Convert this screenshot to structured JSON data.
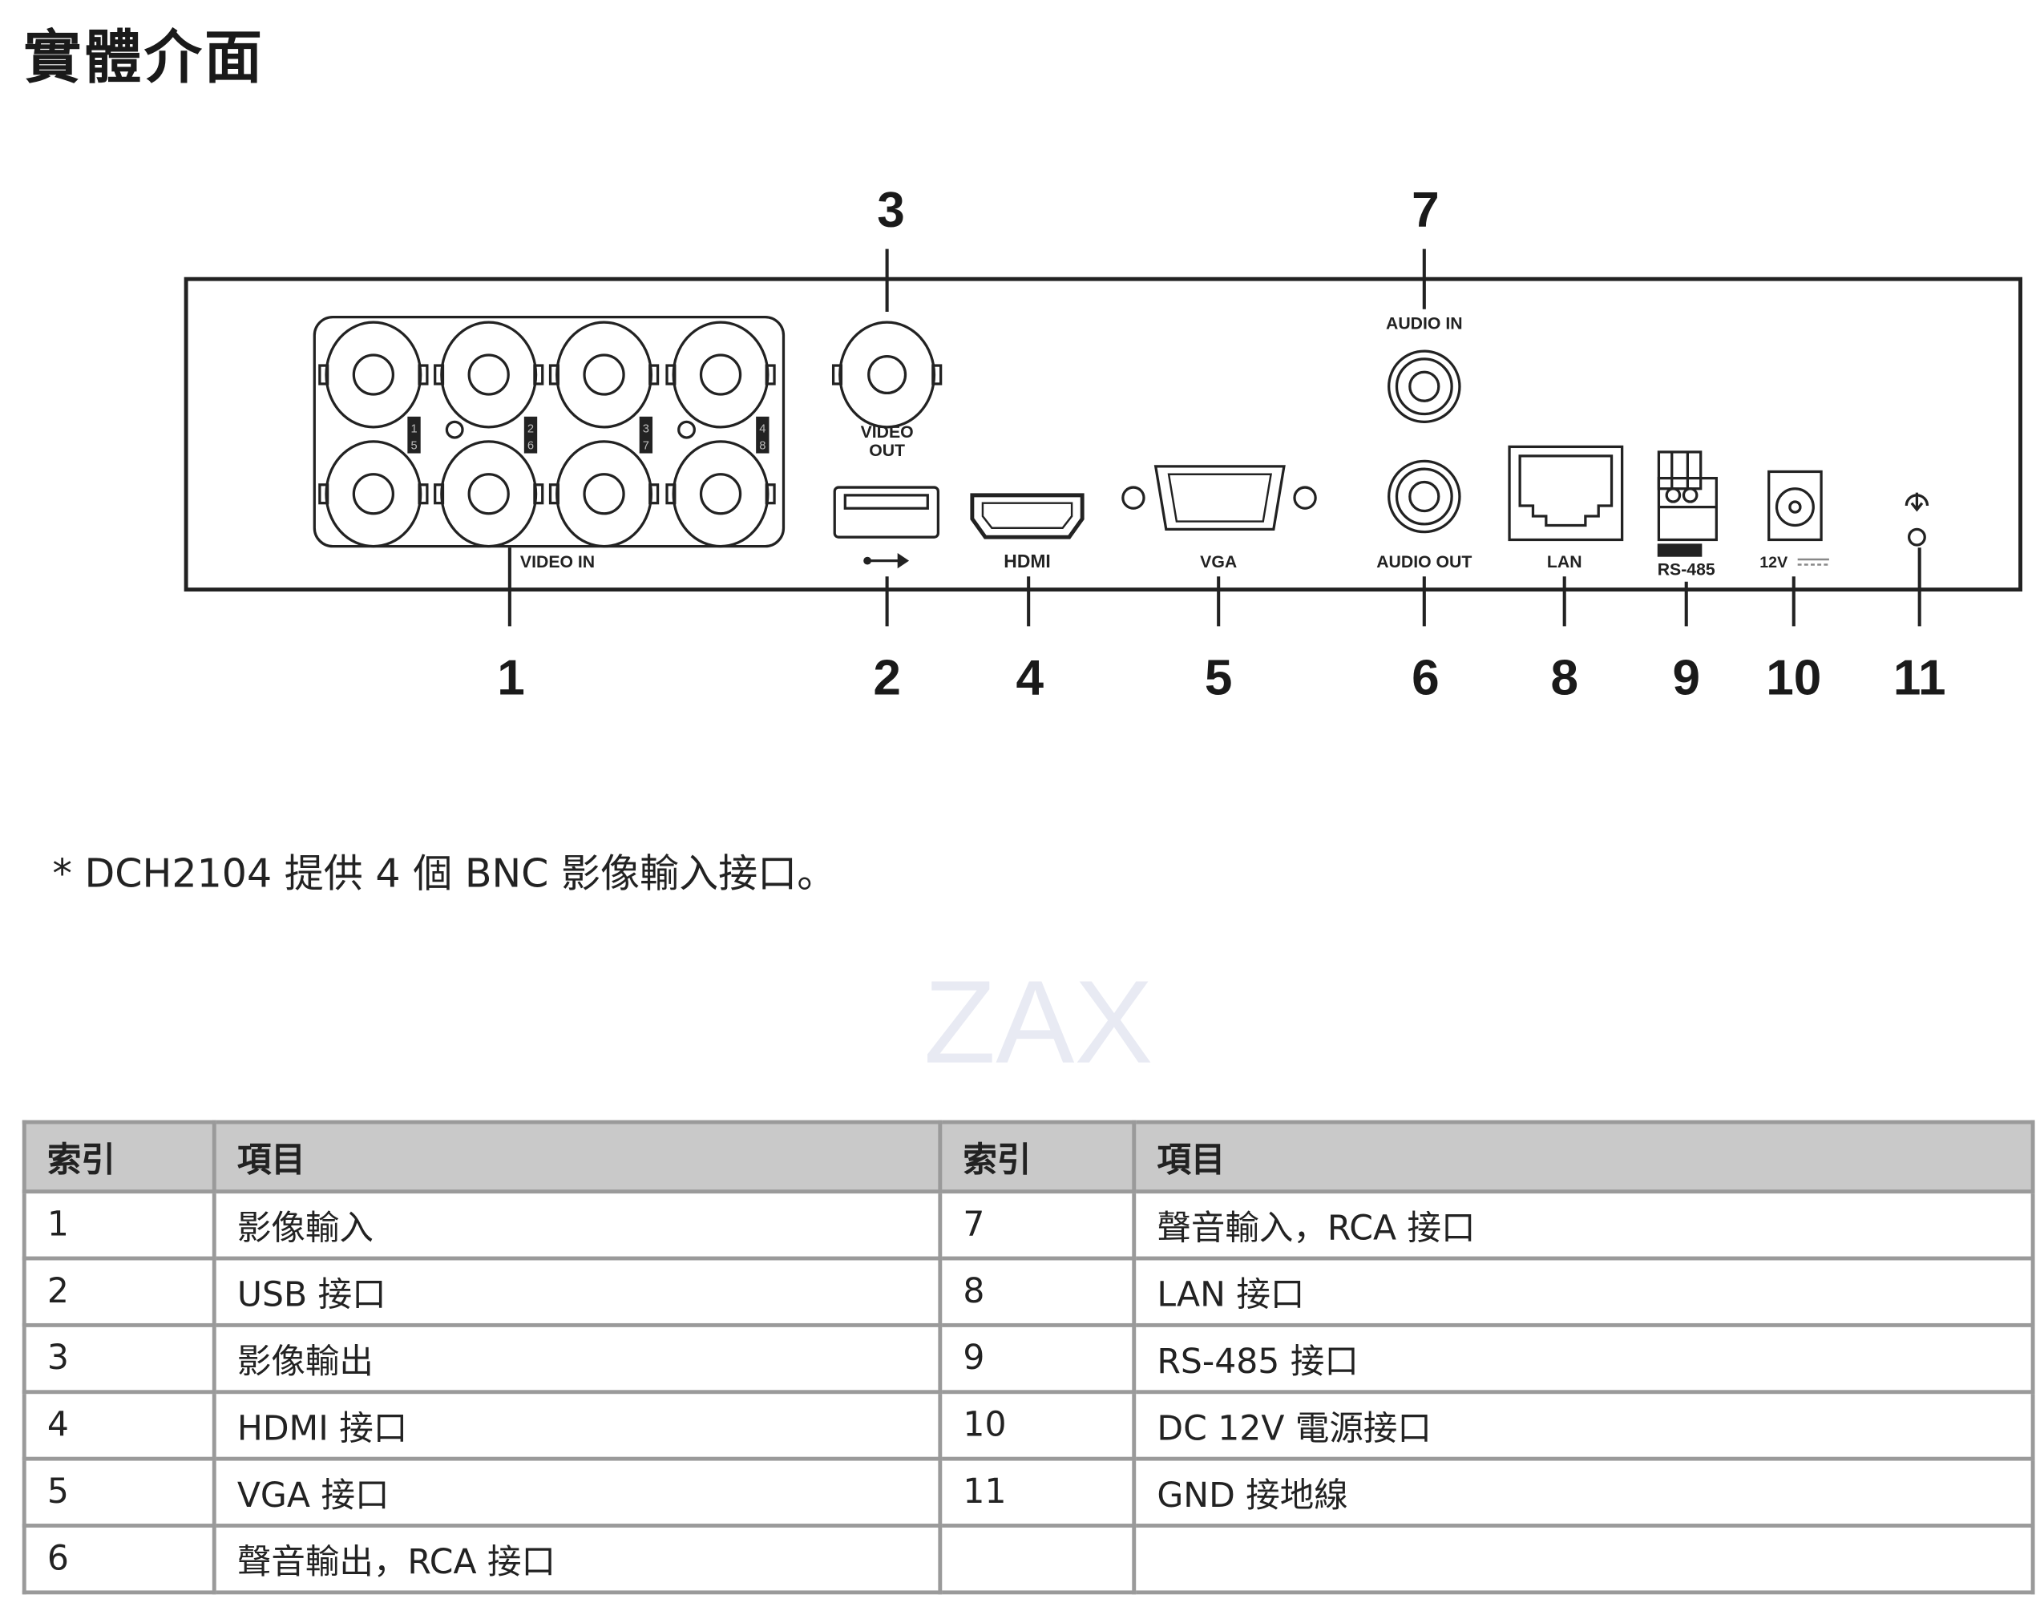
{
  "title": "實體介面",
  "diagram": {
    "labels": {
      "video_in": "VIDEO IN",
      "video_out_1": "VIDEO",
      "video_out_2": "OUT",
      "hdmi": "HDMI",
      "vga": "VGA",
      "audio_in": "AUDIO IN",
      "audio_out": "AUDIO OUT",
      "lan": "LAN",
      "rs485": "RS-485",
      "power": "12V"
    },
    "channel_labels": [
      "1",
      "5",
      "2",
      "6",
      "3",
      "7",
      "4",
      "8"
    ],
    "callouts": [
      "1",
      "2",
      "3",
      "4",
      "5",
      "6",
      "7",
      "8",
      "9",
      "10",
      "11"
    ]
  },
  "note": "* DCH2104 提供 4 個 BNC 影像輸入接口。",
  "watermark": "ZAX",
  "table": {
    "headers": [
      "索引",
      "項目",
      "索引",
      "項目"
    ],
    "rows": [
      [
        "1",
        "影像輸入",
        "7",
        "聲音輸入，RCA 接口"
      ],
      [
        "2",
        "USB 接口",
        "8",
        "LAN 接口"
      ],
      [
        "3",
        "影像輸出",
        "9",
        "RS-485 接口"
      ],
      [
        "4",
        "HDMI 接口",
        "10",
        "DC 12V 電源接口"
      ],
      [
        "5",
        "VGA 接口",
        "11",
        "GND 接地線"
      ],
      [
        "6",
        "聲音輸出，RCA 接口",
        "",
        ""
      ]
    ]
  }
}
